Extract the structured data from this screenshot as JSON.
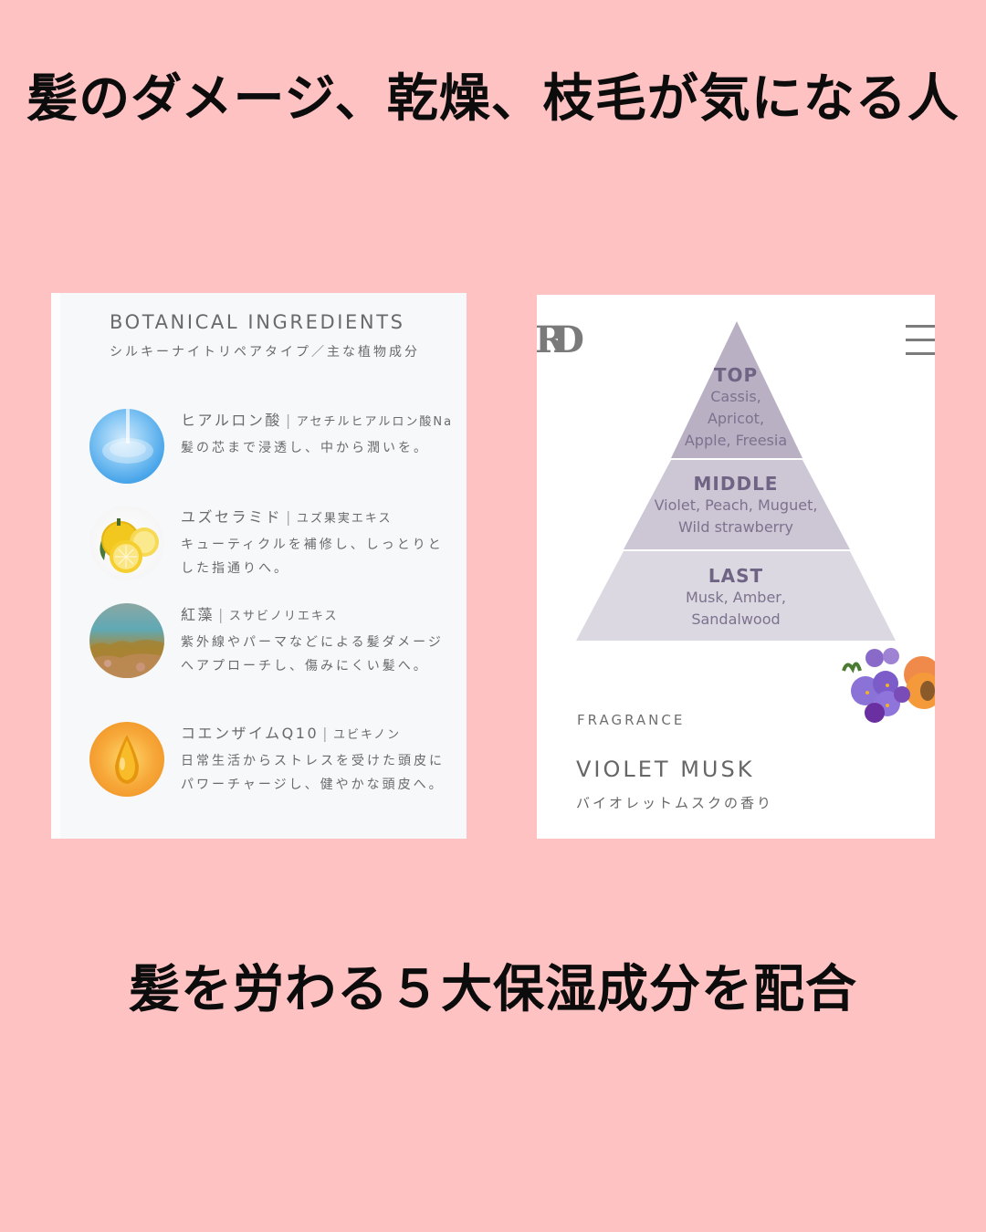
{
  "headline_top": "髪のダメージ、乾燥、枝毛が気になる人",
  "headline_bottom": "髪を労わる５大保湿成分を配合",
  "botanical": {
    "title": "BOTANICAL INGREDIENTS",
    "subtitle": "シルキーナイトリペアタイプ／主な植物成分",
    "ingredients": [
      {
        "name": "ヒアルロン酸",
        "inci": "アセチルヒアルロン酸Na",
        "description": "髪の芯まで浸透し、中から潤いを。",
        "image": "hyaluronic-drop"
      },
      {
        "name": "ユズセラミド",
        "inci": "ユズ果実エキス",
        "description": "キューティクルを補修し、しっとりとした指通りへ。",
        "image": "yuzu-fruit"
      },
      {
        "name": "紅藻",
        "inci": "スサビノリエキス",
        "description": "紫外線やパーマなどによる髪ダメージへアプローチし、傷みにくい髪へ。",
        "image": "red-algae"
      },
      {
        "name": "コエンザイムQ10",
        "inci": "ユビキノン",
        "description": "日常生活からストレスを受けた頭皮にパワーチャージし、健やかな頭皮へ。",
        "image": "oil-drop"
      }
    ]
  },
  "fragrance_card": {
    "logo": "RD",
    "pyramid": [
      {
        "label": "TOP",
        "notes": [
          "Cassis,",
          "Apricot,",
          "Apple, Freesia"
        ],
        "color": "#bab0c4"
      },
      {
        "label": "MIDDLE",
        "notes": [
          "Violet, Peach, Muguet,",
          "Wild strawberry"
        ],
        "color": "#cdc7d5"
      },
      {
        "label": "LAST",
        "notes": [
          "Musk, Amber,",
          "Sandalwood"
        ],
        "color": "#dcd8e1"
      }
    ],
    "section_label": "FRAGRANCE",
    "name": "VIOLET MUSK",
    "name_jp": "バイオレットムスクの香り"
  },
  "colors": {
    "background": "#fec2c2",
    "headline": "#0c0c0c",
    "pyramid_text": "#6f6484"
  }
}
